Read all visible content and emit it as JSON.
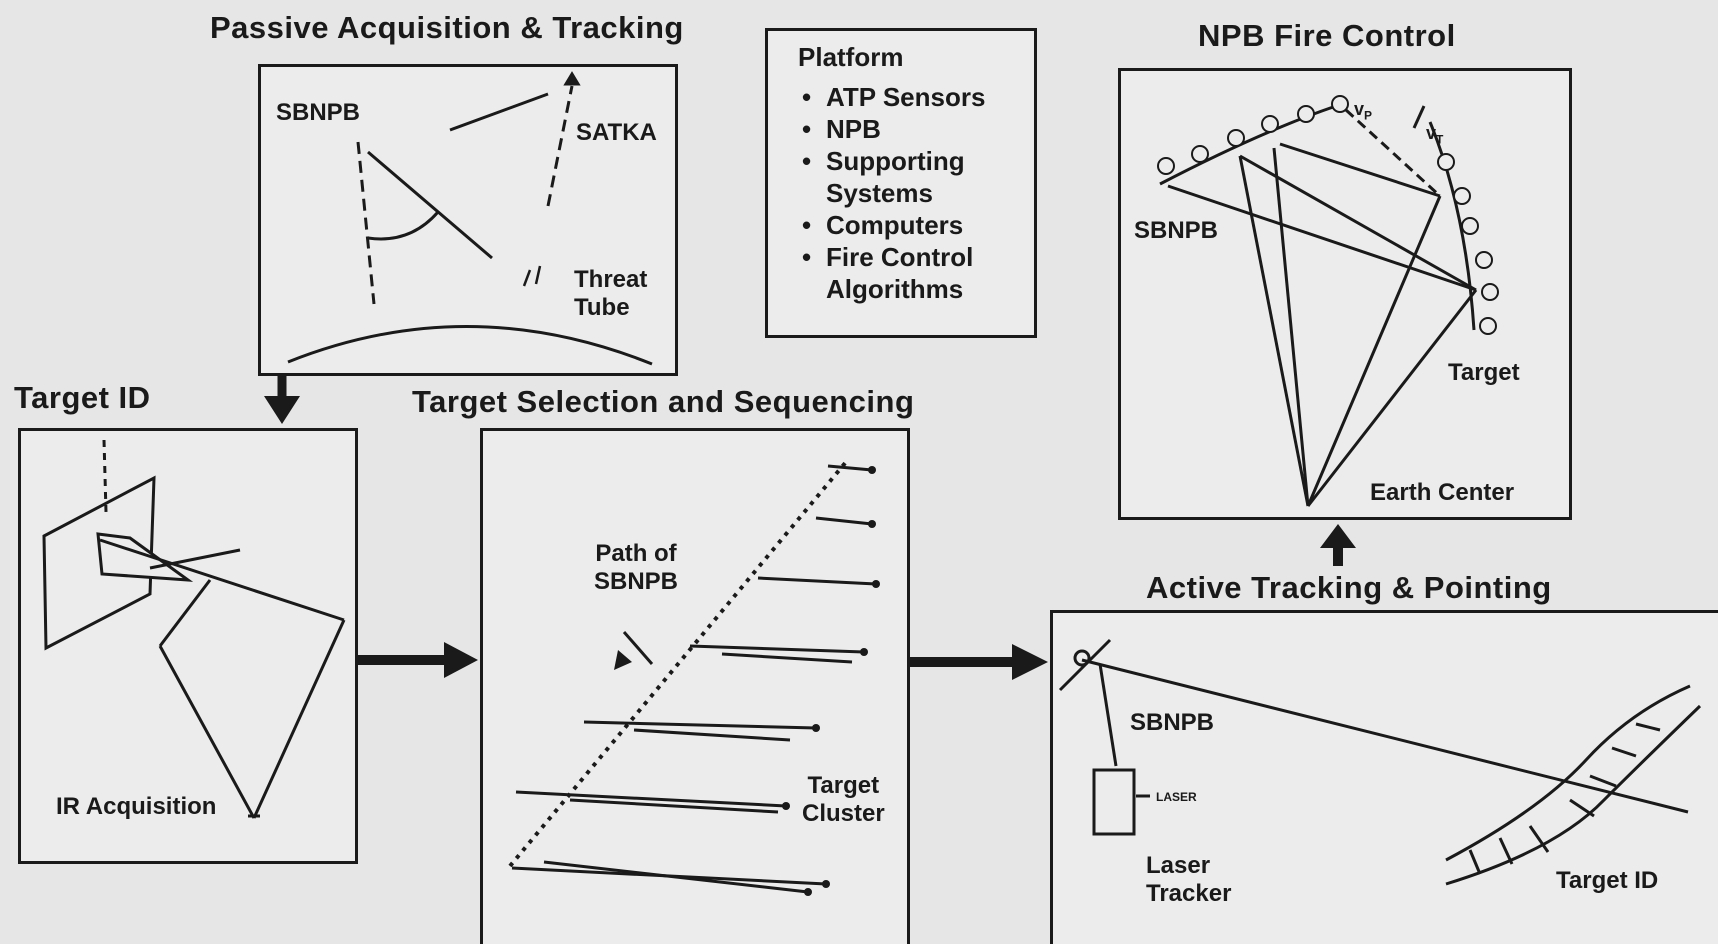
{
  "headings": {
    "passive": "Passive Acquisition & Tracking",
    "npb": "NPB Fire Control",
    "target_id": "Target ID",
    "selection": "Target Selection and Sequencing",
    "active": "Active Tracking & Pointing"
  },
  "passive_panel": {
    "sbnpb": "SBNPB",
    "satka": "SATKA",
    "threat_tube_line1": "Threat",
    "threat_tube_line2": "Tube"
  },
  "platform": {
    "title": "Platform",
    "items": [
      "ATP Sensors",
      "NPB",
      "Supporting",
      "Computers",
      "Fire Control"
    ],
    "item3_line2": "Systems",
    "item5_line2": "Algorithms"
  },
  "npb_panel": {
    "sbnpb": "SBNPB",
    "target": "Target",
    "earth_center": "Earth Center",
    "vp_label": "v",
    "vp_sub": "P",
    "vt_label": "v",
    "vt_sub": "T"
  },
  "target_id_panel": {
    "ir_acquisition": "IR Acquisition"
  },
  "selection_panel": {
    "path_line1": "Path of",
    "path_line2": "SBNPB",
    "cluster_line1": "Target",
    "cluster_line2": "Cluster"
  },
  "active_panel": {
    "sbnpb": "SBNPB",
    "laser": "LASER",
    "tracker_line1": "Laser",
    "tracker_line2": "Tracker",
    "target_id": "Target ID"
  },
  "colors": {
    "ink": "#1a1a1a",
    "background": "#e6e6e6",
    "panel": "#ececec"
  }
}
